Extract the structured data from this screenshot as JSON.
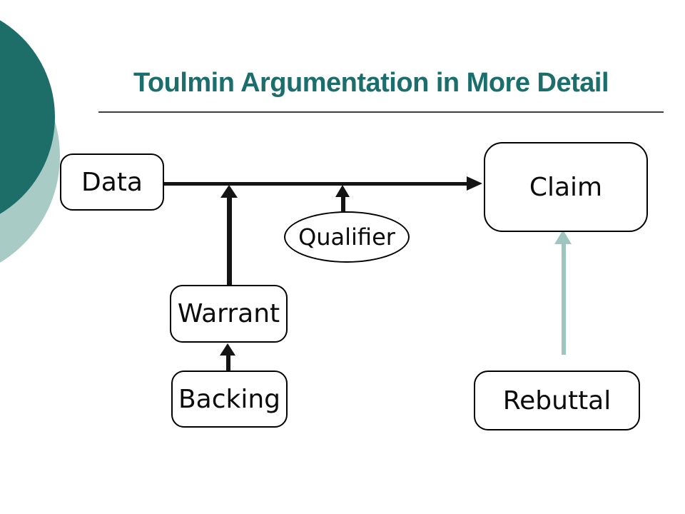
{
  "slide": {
    "title": "Toulmin Argumentation in More Detail"
  },
  "colors": {
    "accent_dark": "#1d6e68",
    "accent_light": "#a9cbc6",
    "title": "#1b6e6b",
    "rule": "#3f3f3f",
    "node_border": "#000000",
    "arrow": "#141414",
    "arrow_light": "#9fc5c1"
  },
  "diagram": {
    "nodes": [
      {
        "id": "data",
        "label": "Data",
        "shape": "rounded-rectangle"
      },
      {
        "id": "claim",
        "label": "Claim",
        "shape": "rounded-rectangle"
      },
      {
        "id": "qualifier",
        "label": "Qualifier",
        "shape": "ellipse"
      },
      {
        "id": "warrant",
        "label": "Warrant",
        "shape": "rounded-rectangle"
      },
      {
        "id": "backing",
        "label": "Backing",
        "shape": "rounded-rectangle"
      },
      {
        "id": "rebuttal",
        "label": "Rebuttal",
        "shape": "rounded-rectangle"
      }
    ],
    "edges": [
      {
        "from": "data",
        "to": "claim",
        "style": "thick-black-arrow"
      },
      {
        "from": "warrant",
        "to": "data-claim-line",
        "style": "thick-black-arrow"
      },
      {
        "from": "qualifier",
        "to": "data-claim-line",
        "style": "thick-black-arrow"
      },
      {
        "from": "backing",
        "to": "warrant",
        "style": "thick-black-arrow"
      },
      {
        "from": "rebuttal",
        "to": "claim",
        "style": "light-teal-arrow"
      }
    ]
  }
}
